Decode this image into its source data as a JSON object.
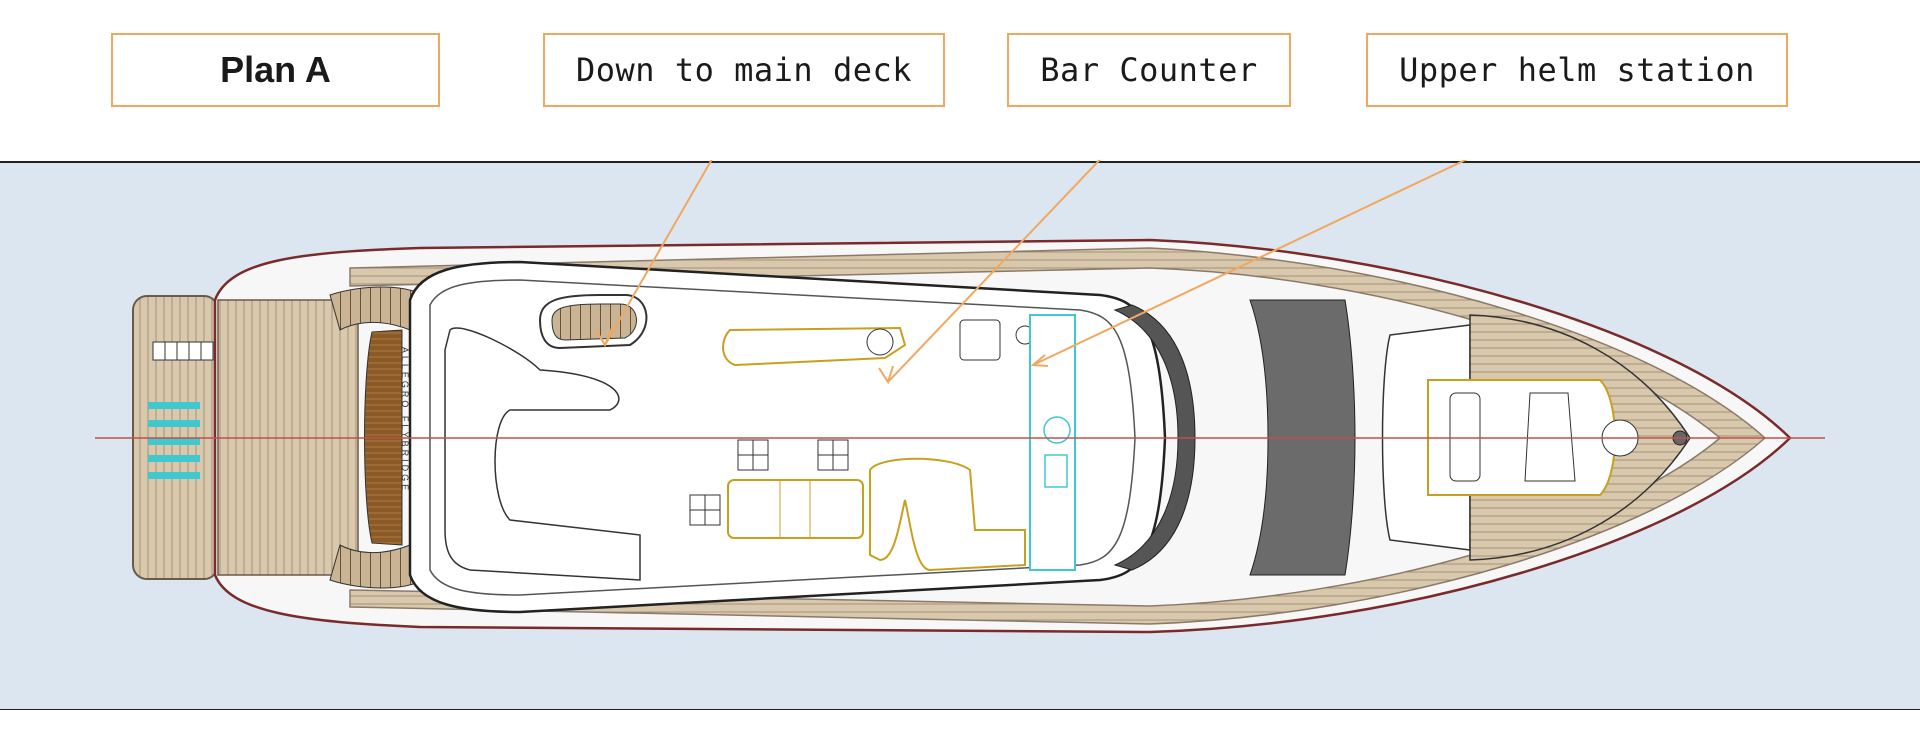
{
  "title": "Plan A",
  "callouts": {
    "down_to_main_deck": "Down to main deck",
    "bar_counter": "Bar Counter",
    "upper_helm_station": "Upper helm station"
  },
  "boat_name": "ALLEGRO FLYBRIDGE",
  "colors": {
    "water": "#dce6f0",
    "callout_border": "#f0a860",
    "teak": "#cbb89a",
    "teak_dark": "#8a5a28",
    "sunpad_dark": "#6b6b6b",
    "hull_outline": "#7a2a2a",
    "centerline": "#c0504d",
    "fixture_cyan": "#3fc8d0"
  }
}
